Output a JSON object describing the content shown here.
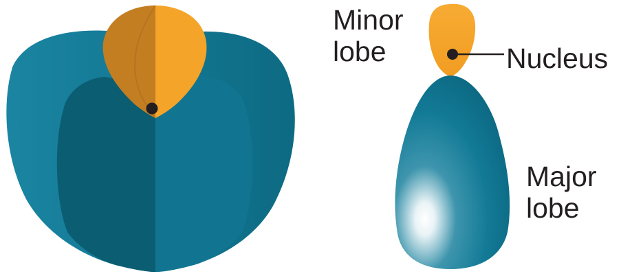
{
  "labels": {
    "minor_line1": "Minor",
    "minor_line2": "lobe",
    "nucleus": "Nucleus",
    "major_line1": "Major",
    "major_line2": "lobe"
  },
  "colors": {
    "major_lobe": "#127a96",
    "major_lobe_dark": "#0b5d72",
    "minor_lobe": "#f5a42a",
    "minor_lobe_dark": "#c47e22",
    "nucleus": "#231f20",
    "text": "#231f20"
  }
}
